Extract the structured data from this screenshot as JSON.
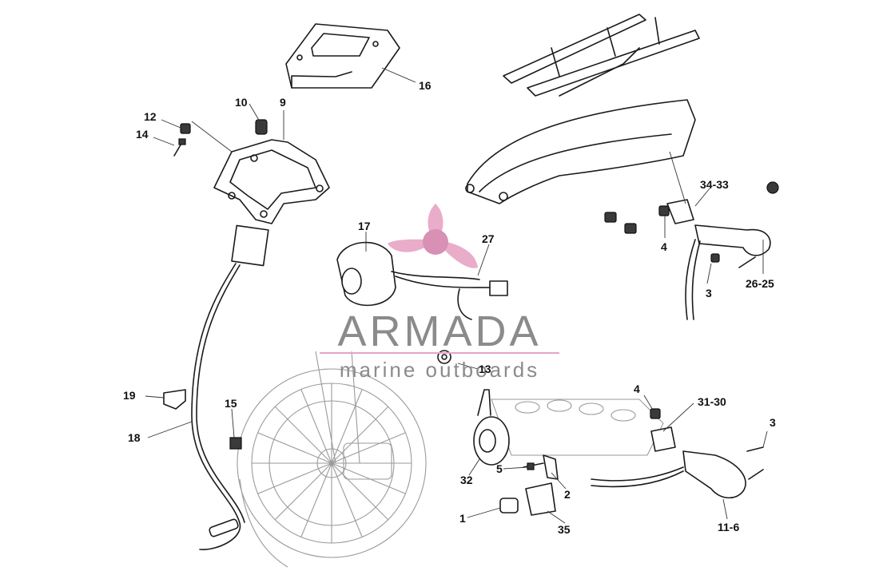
{
  "watermark": {
    "title": "ARMADA",
    "subtitle": "marine outboards",
    "colors": {
      "text": "#8b8b8b",
      "accent": "#e7a4c4",
      "accent_dark": "#d485ad"
    }
  },
  "callouts": {
    "c1": "1",
    "c2": "2",
    "c3a": "3",
    "c3b": "3",
    "c4a": "4",
    "c4b": "4",
    "c5": "5",
    "c9": "9",
    "c10": "10",
    "c11_6": "11-6",
    "c12": "12",
    "c13": "13",
    "c14": "14",
    "c15": "15",
    "c16": "16",
    "c17": "17",
    "c18": "18",
    "c19": "19",
    "c26_25": "26-25",
    "c27": "27",
    "c31_30": "31-30",
    "c32": "32",
    "c34_33": "34-33",
    "c35": "35"
  }
}
